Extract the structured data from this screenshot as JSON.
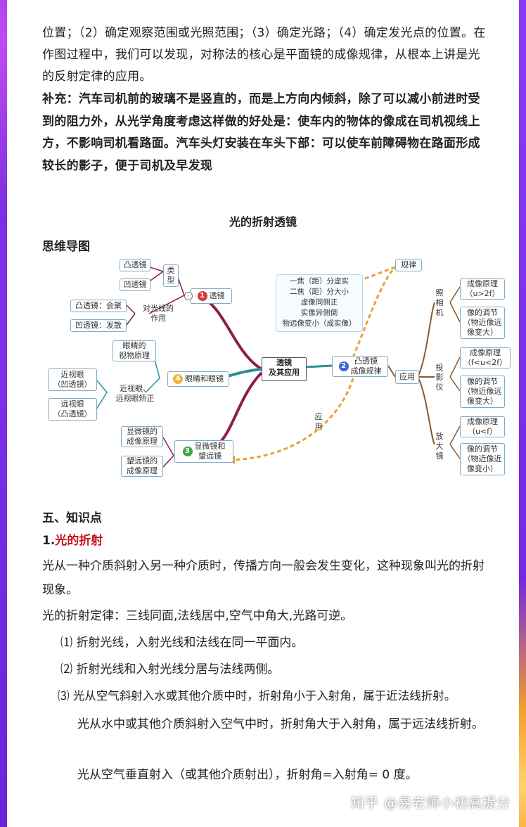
{
  "intro": {
    "para1": "位置；（2）确定观察范围或光照范围；（3）确定光路；（4）确定发光点的位置。在作图过程中，我们可以发现，对称法的核心是平面镜的成像规律，从根本上讲是光的反射定律的应用。",
    "para2": "补充：汽车司机前的玻璃不是竖直的，而是上方向内倾斜，除了可以减小前进时受到的阻力外，从光学角度考虑这样做的好处是：使车内的物体的像成在司机视线上方，不影响司机看路面。汽车头灯安装在车头下部：可以使车前障碍物在路面形成较长的影子，便于司机及早发现"
  },
  "chapter_title": "光的折射透镜",
  "mindmap_heading": "思维导图",
  "mindmap": {
    "center": "透镜\n及其应用",
    "branch1": {
      "num": "1",
      "label": "透镜",
      "type_label": "类\n型",
      "type_items": [
        "凸透镜",
        "凹透镜"
      ],
      "effect_label": "对光线的\n作用",
      "effect_items": [
        "凸透镜：会聚",
        "凹透镜：发散"
      ]
    },
    "branch2": {
      "num": "2",
      "label": "凸透镜\n成像规律",
      "rules_label": "规律",
      "rules_text": "一焦（距）分虚实\n二焦（距）分大小\n虚像同侧正\n实像异侧倒\n物远像变小（成实像）",
      "apply_label": "应用",
      "apply_arrow_label": "应\n用",
      "devices": [
        {
          "name": "照\n相\n机",
          "principle": "成像原理\n（u>2f）",
          "adjust": "像的调节\n（物近像远\n像变大）"
        },
        {
          "name": "投\n影\n仪",
          "principle": "成像原理\n（f<u<2f）",
          "adjust": "像的调节\n（物近像远\n像变大）"
        },
        {
          "name": "放\n大\n镜",
          "principle": "成像原理\n（u<f）",
          "adjust": "像的调节\n（物近像近\n像变小）"
        }
      ]
    },
    "branch3": {
      "num": "3",
      "label": "显微镜和\n望远镜",
      "items": [
        "显微镜的\n成像原理",
        "望远镜的\n成像原理"
      ]
    },
    "branch4": {
      "num": "4",
      "label": "眼睛和眼镜",
      "eye": "眼睛的\n视物原理",
      "correction": "近视眼、\n远视眼矫正",
      "items": [
        "近视眼\n（凹透镜）",
        "远视眼\n（凸透镜）"
      ]
    }
  },
  "section5": {
    "heading": "五、知识点",
    "sub1_num": "1.",
    "sub1_title": "光的折射",
    "def": "光从一种介质斜射入另一种介质时，传播方向一般会发生变化，这种现象叫光的折射现象。",
    "law": "光的折射定律：三线同面,法线居中,空气中角大,光路可逆。",
    "items": [
      {
        "marker": "⑴",
        "text": "折射光线，入射光线和法线在同一平面内。"
      },
      {
        "marker": "⑵",
        "text": "折射光线和入射光线分居与法线两侧。"
      },
      {
        "marker": "⑶",
        "text": "光从空气斜射入水或其他介质中时，折射角小于入射角，属于近法线折射。"
      }
    ],
    "item3_cont1": "光从水中或其他介质斜射入空气中时，折射角大于入射角，属于远法线折射。",
    "item3_cont2": "光从空气垂直射入（或其他介质射出），折射角=入射角= 0 度。"
  },
  "watermark": "知乎 @易老师小初高提分",
  "colors": {
    "accent_red": "#c4141b",
    "bg_purple": "#7b2fe0",
    "branch_magenta": "#8a1e4a",
    "branch_teal": "#2a8f9a",
    "branch_orange": "#e8a23a"
  }
}
